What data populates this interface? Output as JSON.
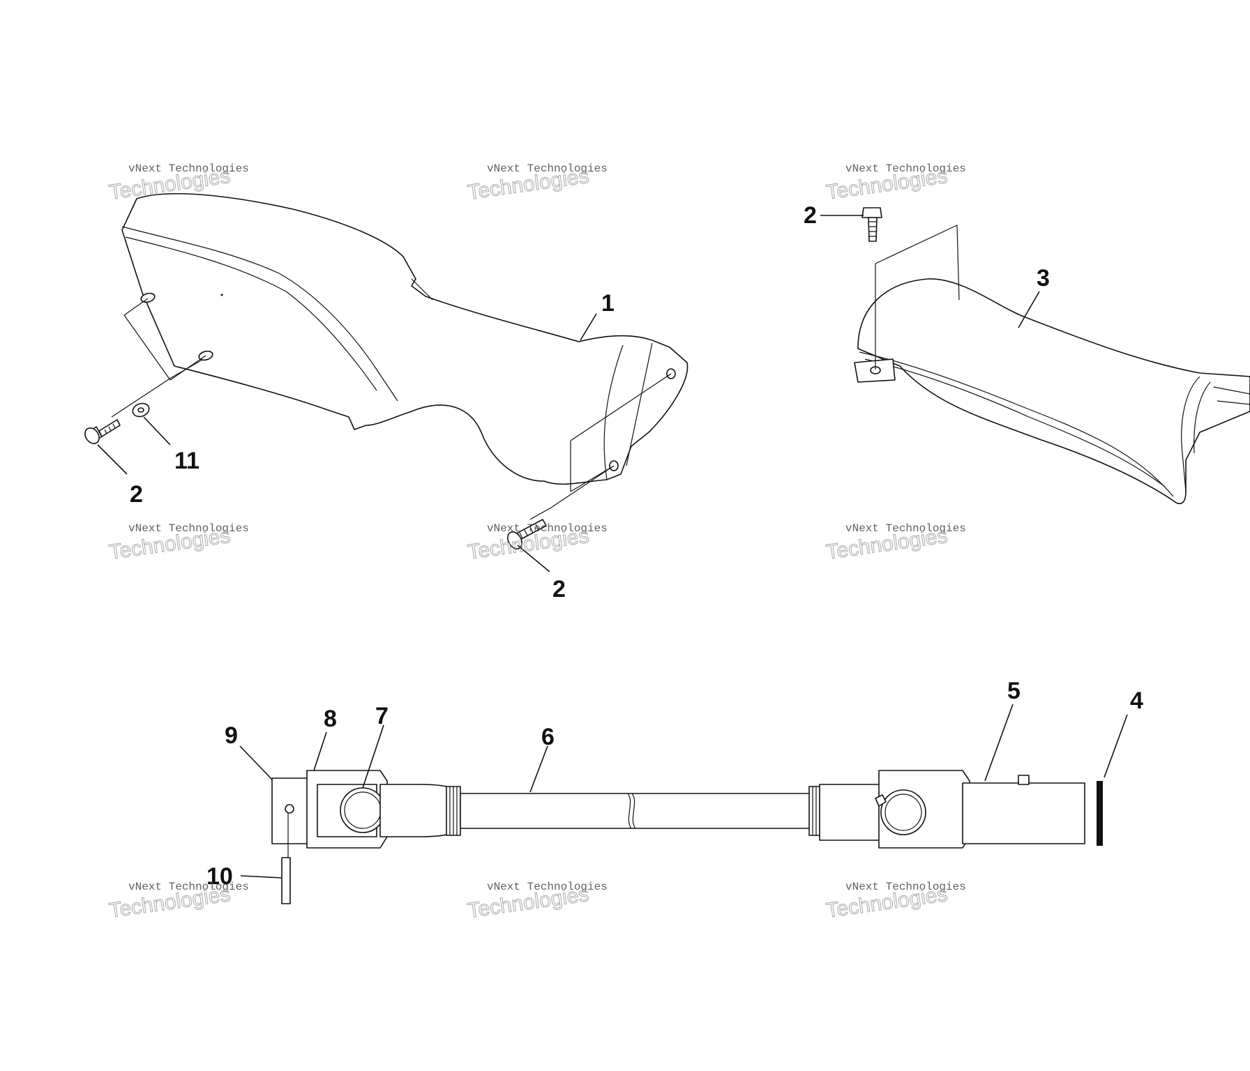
{
  "callouts": {
    "c1": "1",
    "c2a": "2",
    "c2b": "2",
    "c2c": "2",
    "c3": "3",
    "c4": "4",
    "c5": "5",
    "c6": "6",
    "c7": "7",
    "c8": "8",
    "c9": "9",
    "c10": "10",
    "c11": "11"
  },
  "watermark": {
    "line1": "vNext Technologies",
    "line2": "Technologies"
  },
  "colors": {
    "line": "#111111",
    "background": "#ffffff",
    "watermark": "#9a9a9a"
  }
}
